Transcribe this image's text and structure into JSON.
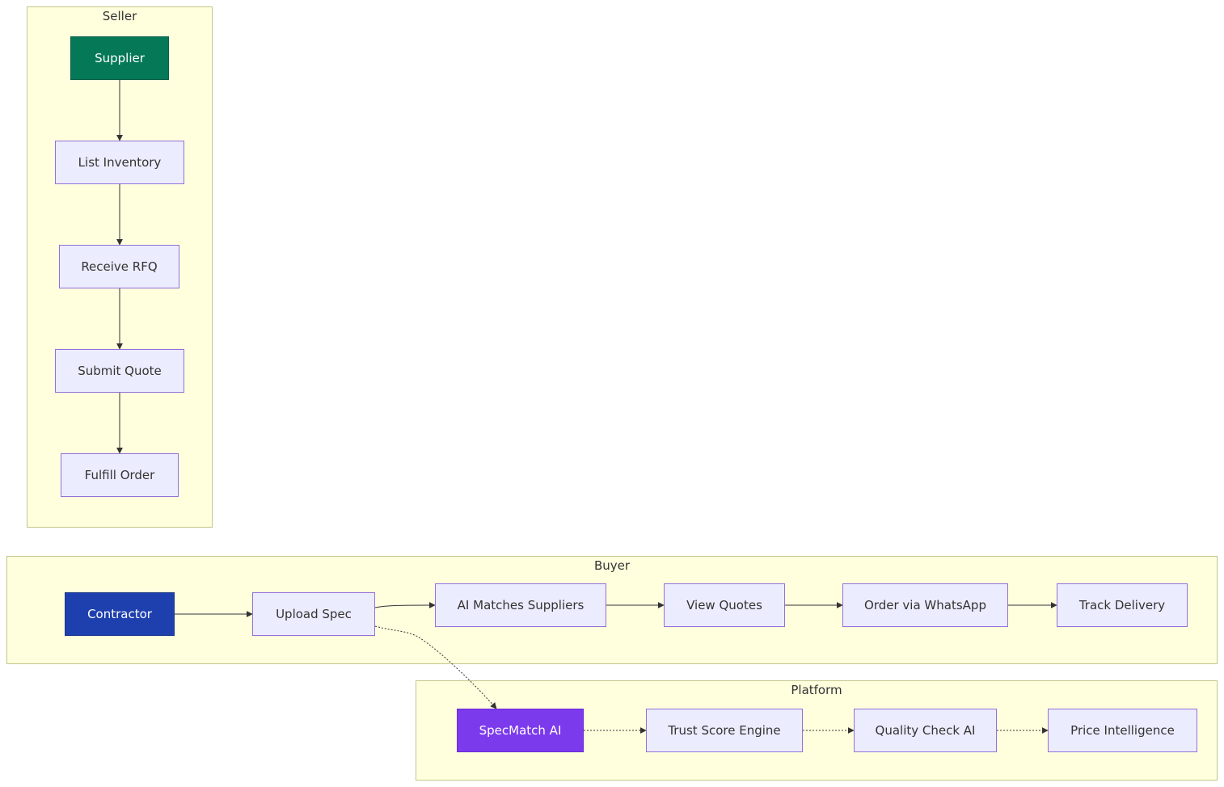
{
  "lanes": {
    "seller": "Seller",
    "buyer": "Buyer",
    "platform": "Platform"
  },
  "nodes": {
    "supplier": "Supplier",
    "list_inventory": "List Inventory",
    "receive_rfq": "Receive RFQ",
    "submit_quote": "Submit Quote",
    "fulfill_order": "Fulfill Order",
    "contractor": "Contractor",
    "upload_spec": "Upload Spec",
    "ai_matches": "AI Matches Suppliers",
    "view_quotes": "View Quotes",
    "order_whatsapp": "Order via WhatsApp",
    "track_delivery": "Track Delivery",
    "specmatch_ai": "SpecMatch AI",
    "trust_score": "Trust Score Engine",
    "quality_check": "Quality Check AI",
    "price_intel": "Price Intelligence"
  },
  "colors": {
    "lane_fill": "#ffffde",
    "lane_border": "#c3c68a",
    "node_fill": "#ececff",
    "node_border": "#9370db",
    "supplier": "#047857",
    "contractor": "#1e40af",
    "specmatch": "#7c3aed"
  },
  "edges": [
    {
      "from": "supplier",
      "to": "list_inventory",
      "style": "solid"
    },
    {
      "from": "list_inventory",
      "to": "receive_rfq",
      "style": "solid"
    },
    {
      "from": "receive_rfq",
      "to": "submit_quote",
      "style": "solid"
    },
    {
      "from": "submit_quote",
      "to": "fulfill_order",
      "style": "solid"
    },
    {
      "from": "contractor",
      "to": "upload_spec",
      "style": "solid"
    },
    {
      "from": "upload_spec",
      "to": "ai_matches",
      "style": "solid"
    },
    {
      "from": "ai_matches",
      "to": "view_quotes",
      "style": "solid"
    },
    {
      "from": "view_quotes",
      "to": "order_whatsapp",
      "style": "solid"
    },
    {
      "from": "order_whatsapp",
      "to": "track_delivery",
      "style": "solid"
    },
    {
      "from": "upload_spec",
      "to": "specmatch_ai",
      "style": "dotted"
    },
    {
      "from": "specmatch_ai",
      "to": "trust_score",
      "style": "dotted"
    },
    {
      "from": "trust_score",
      "to": "quality_check",
      "style": "dotted"
    },
    {
      "from": "quality_check",
      "to": "price_intel",
      "style": "dotted"
    }
  ]
}
